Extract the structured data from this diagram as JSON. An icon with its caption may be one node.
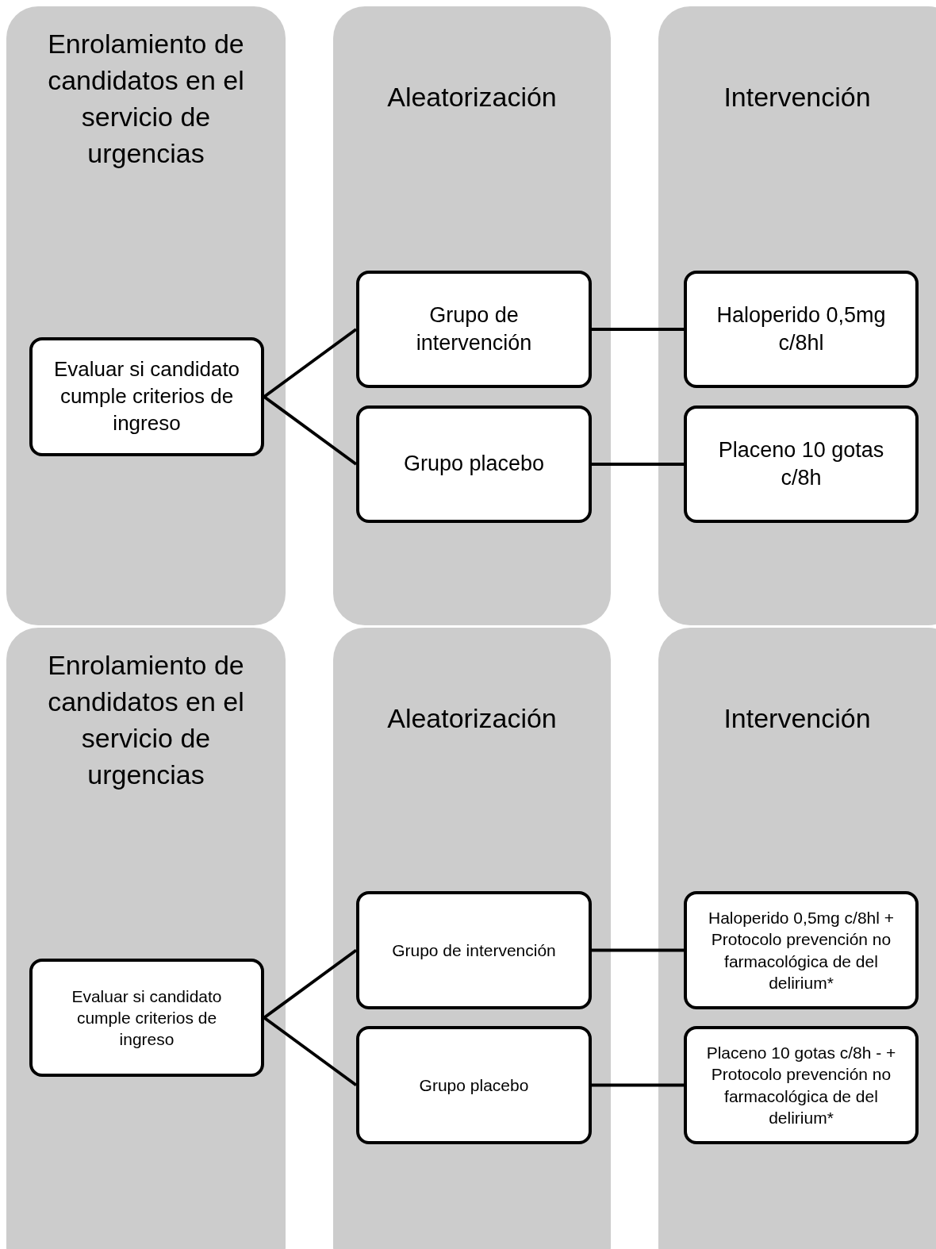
{
  "diagram": {
    "nodes": [
      {
        "text": [
          "Enrolamiento de candidatos en el servicio de urgencias"
        ]
      },
      {
        "text": [
          "Aleatorización"
        ]
      },
      {
        "text": [
          "Intervención"
        ]
      },
      {
        "text": [
          "Evaluar si candidato cumple criterios de ingreso"
        ],
        "in": 0
      },
      {
        "text": [
          "Grupo de intervención"
        ],
        "in": 1
      },
      {
        "text": [
          "Grupo placebo"
        ],
        "in": 1
      },
      {
        "text": [
          "Haloperido 0,5mg c/8hl"
        ],
        "in": 2
      },
      {
        "text": [
          "Placeno 10 gotas c/8h"
        ],
        "in": 2
      },
      {
        "text": [
          "Enrolamiento de candidatos en el servicio de urgencias"
        ]
      },
      {
        "text": [
          "Aleatorización"
        ]
      },
      {
        "text": [
          "Intervención"
        ]
      },
      {
        "text": [
          "Evaluar si candidato cumple criterios de ingreso"
        ],
        "in": 8
      },
      {
        "text": [
          "Grupo de intervención"
        ],
        "in": 9
      },
      {
        "text": [
          "Grupo placebo"
        ],
        "in": 9
      },
      {
        "text": [
          "Haloperido 0,5mg c/8hl + Protocolo prevención no farmacológica de del delirium*"
        ],
        "in": 10
      },
      {
        "text": [
          "Placeno 10 gotas c/8h - + Protocolo prevención no farmacológica de del delirium*"
        ],
        "in": 10
      }
    ],
    "edges": [
      {
        "from": 3,
        "to": 4,
        "arrow": "none"
      },
      {
        "from": 3,
        "to": 5,
        "arrow": "none"
      },
      {
        "from": 4,
        "to": 6,
        "arrow": "none"
      },
      {
        "from": 5,
        "to": 7,
        "arrow": "none"
      },
      {
        "from": 11,
        "to": 12,
        "arrow": "none"
      },
      {
        "from": 11,
        "to": 13,
        "arrow": "none"
      },
      {
        "from": 12,
        "to": 14,
        "arrow": "none"
      },
      {
        "from": 13,
        "to": 15,
        "arrow": "none"
      }
    ]
  }
}
